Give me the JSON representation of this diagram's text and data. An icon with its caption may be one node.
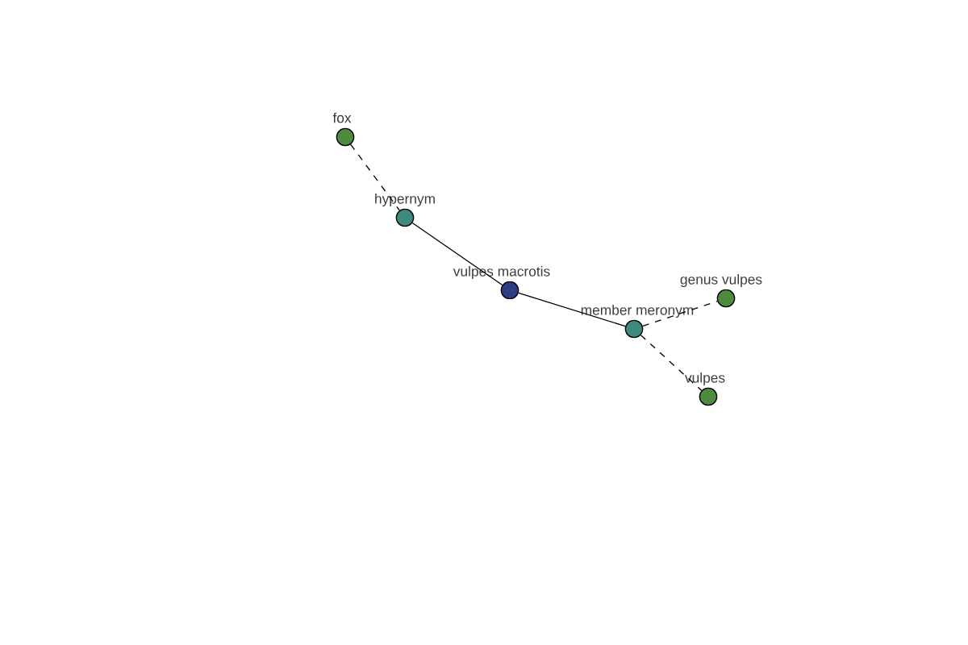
{
  "diagram": {
    "nodes": [
      {
        "text": [
          "fox"
        ]
      },
      {
        "text": [
          "hypernym"
        ]
      },
      {
        "text": [
          "vulpes macrotis"
        ]
      },
      {
        "text": [
          "member meronym"
        ]
      },
      {
        "text": [
          "genus vulpes"
        ]
      },
      {
        "text": [
          "vulpes"
        ]
      }
    ],
    "edges": [
      {
        "from": 0,
        "to": 1,
        "arrow": "none",
        "style": "dashed"
      },
      {
        "from": 1,
        "to": 2,
        "arrow": "none"
      },
      {
        "from": 2,
        "to": 3,
        "arrow": "none"
      },
      {
        "from": 3,
        "to": 4,
        "arrow": "none",
        "style": "dashed"
      },
      {
        "from": 3,
        "to": 5,
        "arrow": "none",
        "style": "dashed"
      }
    ]
  }
}
